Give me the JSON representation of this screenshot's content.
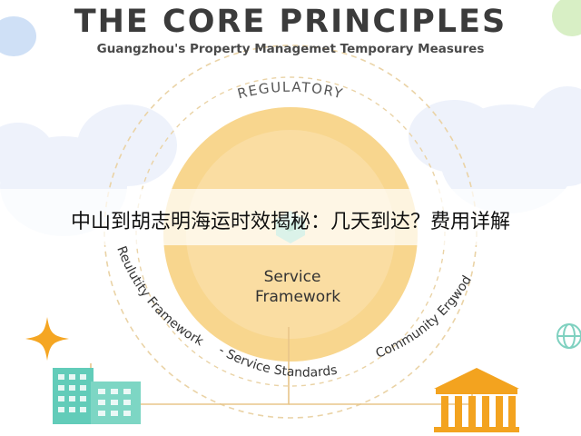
{
  "header": {
    "title": "THE CORE PRINCIPLES",
    "subtitle": "Guangzhou's Property Managemet Temporary Measures"
  },
  "diagram": {
    "outer_ring_label": "REGULATORY",
    "center_label_line1": "Service",
    "center_label_line2": "Framework",
    "arc_label_left": "Reulutity Framework",
    "arc_label_bottom": "- Service Standards",
    "arc_label_right": "Community Ergwod"
  },
  "overlay": {
    "banner_text": "中山到胡志明海运时效揭秘：几天到达？费用详解"
  },
  "colors": {
    "title": "#3b3b3b",
    "core_fill": "#f8d68e",
    "core_inner": "#fbe6b8",
    "ring_dash": "#e8c58a",
    "building_teal": "#62ccb9",
    "building_gold": "#f3a31f",
    "star": "#f5a623",
    "cloud": "#e9effb"
  },
  "icons": [
    "star-icon",
    "office-building-icon",
    "courthouse-icon",
    "leaf-cube-icon",
    "globe-icon",
    "cloud-icon"
  ]
}
